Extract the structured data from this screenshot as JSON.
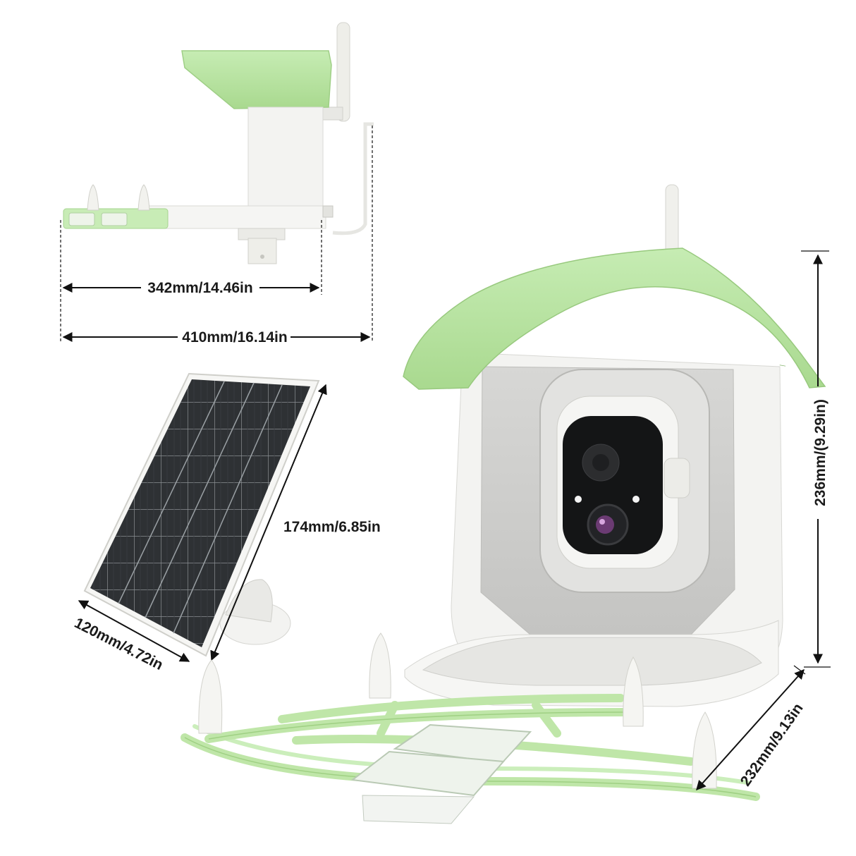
{
  "dimensions": {
    "base_width": "342mm/14.46in",
    "total_width": "410mm/16.14in",
    "solar_height": "174mm/6.85in",
    "solar_width": "120mm/4.72in",
    "feeder_height": "236mm/(9.29in)",
    "feeder_depth": "232mm/9.13in"
  },
  "colors": {
    "roof_green": "#b7e3a0",
    "tray_green": "#c4eab0",
    "body_white": "#f1f1ef",
    "solar_panel": "#2b2e31",
    "arrow": "#111111"
  },
  "icons": {
    "feeder": "bird-feeder-camera-icon",
    "solar": "solar-panel-icon"
  }
}
